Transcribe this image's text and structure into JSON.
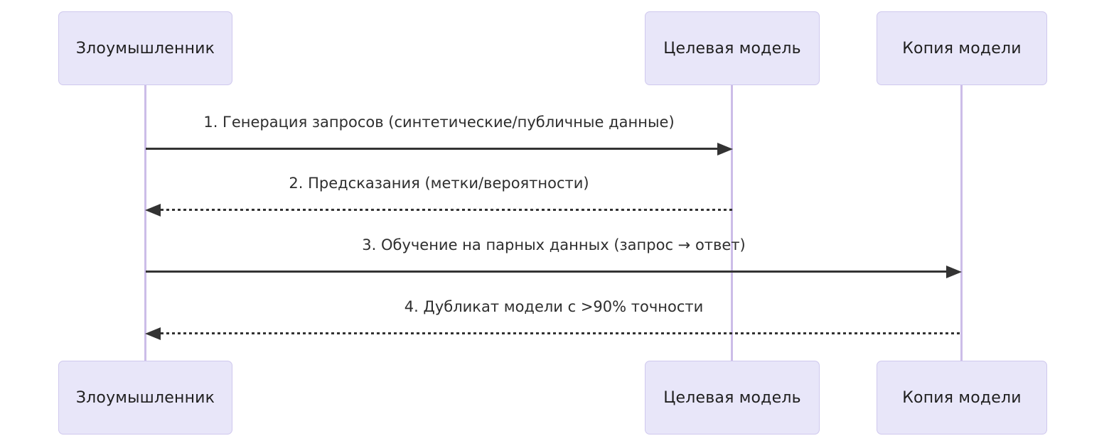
{
  "diagram": {
    "type": "sequence",
    "actors": [
      {
        "name": "Злоумышленник"
      },
      {
        "name": "Целевая модель"
      },
      {
        "name": "Копия модели"
      }
    ],
    "messages": [
      {
        "label": "1. Генерация запросов (синтетические/публичные данные)",
        "from": "Злоумышленник",
        "to": "Целевая модель",
        "line_style": "solid",
        "direction": "right"
      },
      {
        "label": "2. Предсказания (метки/вероятности)",
        "from": "Целевая модель",
        "to": "Злоумышленник",
        "line_style": "dashed",
        "direction": "left"
      },
      {
        "label": "3. Обучение на парных данных (запрос → ответ)",
        "from": "Злоумышленник",
        "to": "Копия модели",
        "line_style": "solid",
        "direction": "right"
      },
      {
        "label": "4. Дубликат модели с >90% точности",
        "from": "Копия модели",
        "to": "Злоумышленник",
        "line_style": "dashed",
        "direction": "left"
      }
    ],
    "colors": {
      "actor_fill": "#e8e6f9",
      "actor_border": "#cfc8ee",
      "lifeline": "#ccbde8",
      "arrow": "#333333",
      "text": "#2e2e2e",
      "background": "#ffffff"
    }
  }
}
